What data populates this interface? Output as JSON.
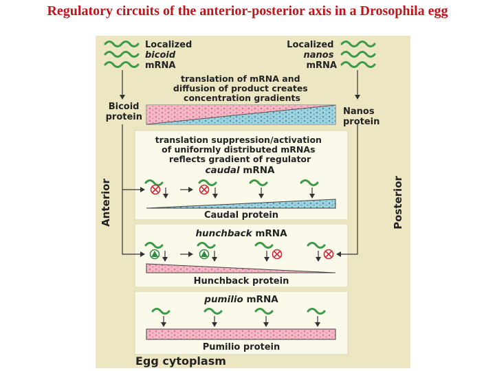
{
  "title": "Regulatory circuits of the anterior-posterior axis in a Drosophila egg",
  "figure": {
    "localized_bicoid": [
      "Localized",
      "bicoid",
      "mRNA"
    ],
    "localized_nanos": [
      "Localized",
      "nanos",
      "mRNA"
    ],
    "translation_note": [
      "translation of mRNA and",
      "diffusion of product creates",
      "concentration gradients"
    ],
    "bicoid_protein": [
      "Bicoid",
      "protein"
    ],
    "nanos_protein": [
      "Nanos",
      "protein"
    ],
    "suppression_note": [
      "translation suppression/activation",
      "of uniformly distributed mRNAs",
      "reflects gradient of regulator"
    ],
    "caudal_mrna": {
      "gene": "caudal",
      "suffix": " mRNA"
    },
    "caudal_protein": "Caudal protein",
    "hunchback_mrna": {
      "gene": "hunchback",
      "suffix": " mRNA"
    },
    "hunchback_protein": "Hunchback protein",
    "pumilio_mrna": {
      "gene": "pumilio",
      "suffix": " mRNA"
    },
    "pumilio_protein": "Pumilio protein",
    "anterior": "Anterior",
    "posterior": "Posterior",
    "egg_cytoplasm": "Egg cytoplasm",
    "colors": {
      "background": "#ece6c2",
      "panel": "#fbf9ea",
      "mrna_wave": "#3a9a48",
      "bicoid_pink": "#f2b8c6",
      "nanos_blue": "#9fd2dd",
      "suppress_red": "#d0282e",
      "activate_green": "#2e8b3e",
      "title_red": "#c0141c"
    }
  }
}
